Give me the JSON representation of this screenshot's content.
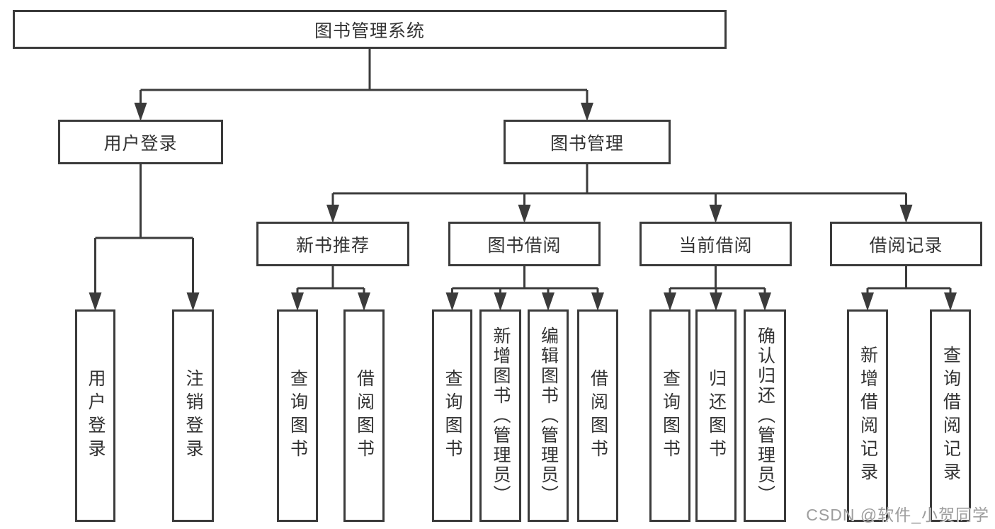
{
  "diagram": {
    "title": "图书管理系统",
    "type": "function-structure-tree",
    "colors": {
      "line": "#3b3b3b",
      "box_border": "#3b3b3b",
      "box_fill": "#ffffff",
      "text": "#333333",
      "background": "#ffffff",
      "watermark": "#9d9d9d"
    },
    "nodes": [
      {
        "id": "root",
        "label": "图书管理系统",
        "parent": null,
        "orientation": "horizontal"
      },
      {
        "id": "user-login",
        "label": "用户登录",
        "parent": "root",
        "orientation": "horizontal"
      },
      {
        "id": "book-mgmt",
        "label": "图书管理",
        "parent": "root",
        "orientation": "horizontal"
      },
      {
        "id": "login",
        "label": "用户登录",
        "parent": "user-login",
        "orientation": "vertical"
      },
      {
        "id": "logout",
        "label": "注销登录",
        "parent": "user-login",
        "orientation": "vertical"
      },
      {
        "id": "new-book-rec",
        "label": "新书推荐",
        "parent": "book-mgmt",
        "orientation": "horizontal"
      },
      {
        "id": "book-borrow",
        "label": "图书借阅",
        "parent": "book-mgmt",
        "orientation": "horizontal"
      },
      {
        "id": "current-borrow",
        "label": "当前借阅",
        "parent": "book-mgmt",
        "orientation": "horizontal"
      },
      {
        "id": "borrow-records",
        "label": "借阅记录",
        "parent": "book-mgmt",
        "orientation": "horizontal"
      },
      {
        "id": "rec-query-book",
        "label": "查询图书",
        "parent": "new-book-rec",
        "orientation": "vertical"
      },
      {
        "id": "rec-borrow-book",
        "label": "借阅图书",
        "parent": "new-book-rec",
        "orientation": "vertical"
      },
      {
        "id": "bb-query-book",
        "label": "查询图书",
        "parent": "book-borrow",
        "orientation": "vertical"
      },
      {
        "id": "bb-add-book",
        "label": "新增图书（管理员）",
        "parent": "book-borrow",
        "orientation": "vertical"
      },
      {
        "id": "bb-edit-book",
        "label": "编辑图书（管理员）",
        "parent": "book-borrow",
        "orientation": "vertical"
      },
      {
        "id": "bb-borrow-book",
        "label": "借阅图书",
        "parent": "book-borrow",
        "orientation": "vertical"
      },
      {
        "id": "cb-query-book",
        "label": "查询图书",
        "parent": "current-borrow",
        "orientation": "vertical"
      },
      {
        "id": "cb-return-book",
        "label": "归还图书",
        "parent": "current-borrow",
        "orientation": "vertical"
      },
      {
        "id": "cb-confirm-return",
        "label": "确认归还（管理员）",
        "parent": "current-borrow",
        "orientation": "vertical"
      },
      {
        "id": "br-add-record",
        "label": "新增借阅记录",
        "parent": "borrow-records",
        "orientation": "vertical"
      },
      {
        "id": "br-query-record",
        "label": "查询借阅记录",
        "parent": "borrow-records",
        "orientation": "vertical"
      }
    ]
  },
  "watermark": {
    "text": "CSDN @软件_小贺同学"
  }
}
